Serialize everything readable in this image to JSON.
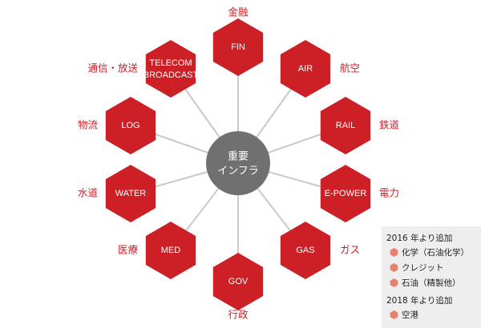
{
  "hub": {
    "line1": "重要",
    "line2": "インフラ",
    "color": "#707070"
  },
  "colors": {
    "hex": "#cc1f26",
    "caption": "#cc1f26",
    "spoke": "#c9c9c9",
    "legend_bullet": "#e8806a"
  },
  "nodes": [
    {
      "id": "fin",
      "code": "FIN",
      "label": "金融"
    },
    {
      "id": "air",
      "code": "AIR",
      "label": "航空"
    },
    {
      "id": "rail",
      "code": "RAIL",
      "label": "鉄道"
    },
    {
      "id": "epower",
      "code": "E-POWER",
      "label": "電力"
    },
    {
      "id": "gas",
      "code": "GAS",
      "label": "ガス"
    },
    {
      "id": "gov",
      "code": "GOV",
      "label": "行政"
    },
    {
      "id": "med",
      "code": "MED",
      "label": "医療"
    },
    {
      "id": "water",
      "code": "WATER",
      "label": "水道"
    },
    {
      "id": "log",
      "code": "LOG",
      "label": "物流"
    },
    {
      "id": "telecom",
      "code": "TELECOM BROADCAST",
      "code_line1": "TELECOM",
      "code_line2": "BROADCAST",
      "label": "通信・放送"
    }
  ],
  "legend": {
    "group1_title": "2016 年より追加",
    "group1_items": [
      "化学（石油化学）",
      "クレジット",
      "石油（精製他）"
    ],
    "group2_title": "2018 年より追加",
    "group2_items": [
      "空港"
    ]
  }
}
